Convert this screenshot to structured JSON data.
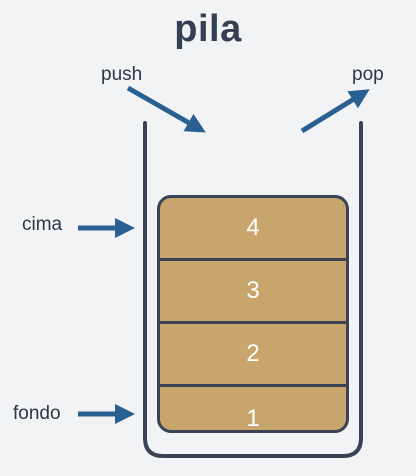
{
  "title": "pila",
  "labels": {
    "push": "push",
    "pop": "pop",
    "cima": "cima",
    "fondo": "fondo"
  },
  "stack_items": [
    "4",
    "3",
    "2",
    "1"
  ],
  "colors": {
    "title": "#333f52",
    "arrow": "#2a5f92",
    "container": "#3a4356",
    "element_fill": "#c9a56e",
    "element_text": "#ffffff",
    "background": "#f2f3f5"
  }
}
